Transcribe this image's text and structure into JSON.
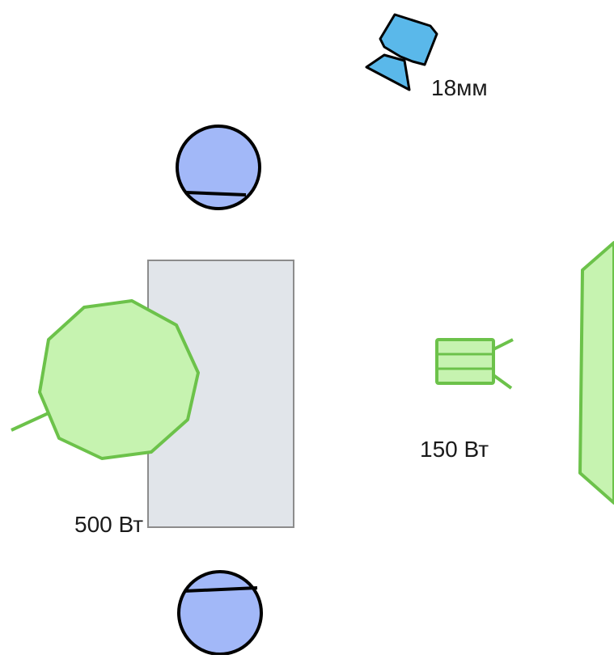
{
  "labels": {
    "camera_focal": "18мм",
    "key_light_power": "500 Вт",
    "fill_light_power": "150 Вт"
  },
  "colors": {
    "light_fill": "#c6f3b0",
    "light_stroke": "#6cc24a",
    "table_fill": "#e1e5ea",
    "table_stroke": "#8c8c8c",
    "person_fill": "#a2b8f8",
    "person_stroke": "#000000",
    "camera_fill": "#5ab8ea",
    "camera_stroke": "#000000"
  },
  "icons": {
    "camera": "camera-icon",
    "person": "person-icon",
    "softbox": "octagonal-softbox-icon",
    "spotlight": "spotlight-icon",
    "reflector": "reflector-panel-icon"
  }
}
